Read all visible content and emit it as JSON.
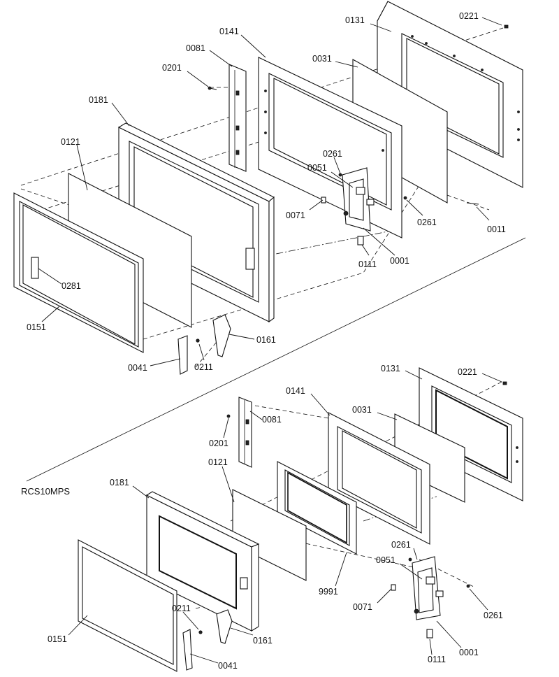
{
  "model_label": "RCS10MPS",
  "top_labels": {
    "p0221": "0221",
    "p0131": "0131",
    "p0141": "0141",
    "p0081": "0081",
    "p0031": "0031",
    "p0201": "0201",
    "p0181": "0181",
    "p0121": "0121",
    "p0261a": "0261",
    "p0051": "0051",
    "p0071": "0071",
    "p0261b": "0261",
    "p0011": "0011",
    "p0111": "0111",
    "p0001": "0001",
    "p0281": "0281",
    "p0151": "0151",
    "p0161": "0161",
    "p0041": "0041",
    "p0211": "0211"
  },
  "bottom_labels": {
    "p0131": "0131",
    "p0221": "0221",
    "p0141": "0141",
    "p0031": "0031",
    "p0081": "0081",
    "p0201": "0201",
    "p0121": "0121",
    "p0181": "0181",
    "p0261a": "0261",
    "p0051": "0051",
    "p9991": "9991",
    "p0071": "0071",
    "p0261b": "0261",
    "p0211": "0211",
    "p0151": "0151",
    "p0161": "0161",
    "p0001": "0001",
    "p0041": "0041",
    "p0111": "0111"
  }
}
